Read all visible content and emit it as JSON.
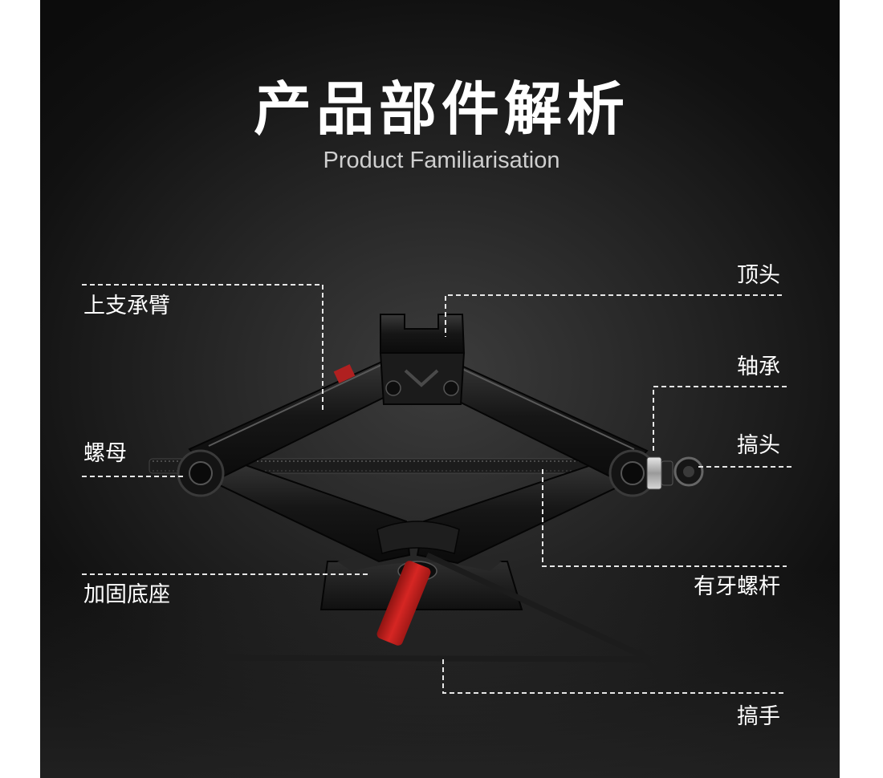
{
  "header": {
    "title": "产品部件解析",
    "subtitle": "Product Familiarisation"
  },
  "parts": {
    "upper_arm": "上支承臂",
    "top_head": "顶头",
    "bearing": "轴承",
    "nut": "螺母",
    "crank_head": "搞头",
    "reinforced_base": "加固底座",
    "threaded_rod": "有牙螺杆",
    "crank_handle": "搞手"
  },
  "colors": {
    "background": "#111111",
    "text": "#ffffff",
    "jack_body": "#1a1a1a",
    "handle_grip": "#c8201e"
  }
}
